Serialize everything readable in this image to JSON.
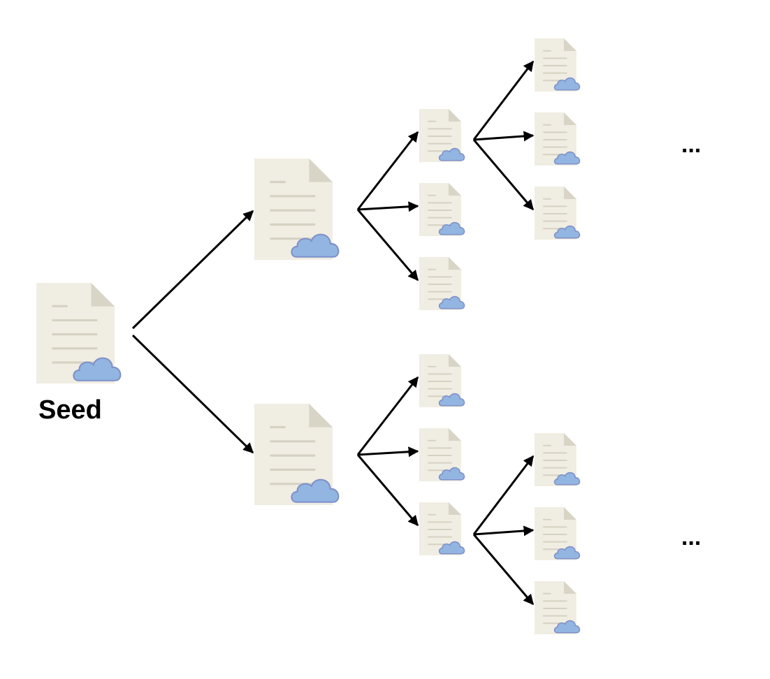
{
  "diagram": {
    "seed_label": "Seed",
    "continuation_label": "...",
    "icon": "document-cloud-icon",
    "colors": {
      "document_fill": "#f0ede2",
      "document_fold": "#d8d5c6",
      "document_lines": "#d6d2c3",
      "cloud_fill": "#93b5e1",
      "cloud_stroke": "#7d8fc9",
      "arrow": "#000000",
      "background": "#ffffff"
    },
    "tree": {
      "name": "seed",
      "children": [
        {
          "name": "level1-a",
          "children": [
            {
              "name": "level2-a1",
              "children": [
                {
                  "name": "level3-a1-1",
                  "children": []
                },
                {
                  "name": "level3-a1-2",
                  "children": []
                },
                {
                  "name": "level3-a1-3",
                  "children": []
                }
              ]
            },
            {
              "name": "level2-a2",
              "children": []
            },
            {
              "name": "level2-a3",
              "children": []
            }
          ]
        },
        {
          "name": "level1-b",
          "children": [
            {
              "name": "level2-b1",
              "children": []
            },
            {
              "name": "level2-b2",
              "children": []
            },
            {
              "name": "level2-b3",
              "children": [
                {
                  "name": "level3-b3-1",
                  "children": []
                },
                {
                  "name": "level3-b3-2",
                  "children": []
                },
                {
                  "name": "level3-b3-3",
                  "children": []
                }
              ]
            }
          ]
        }
      ]
    }
  }
}
